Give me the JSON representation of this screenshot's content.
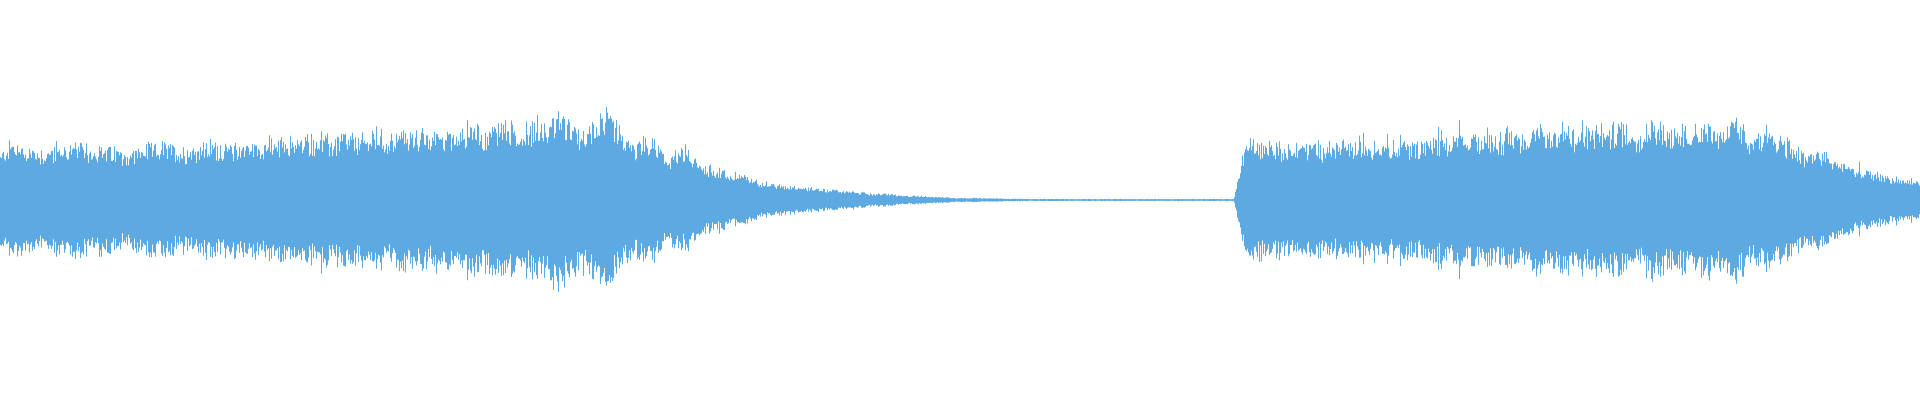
{
  "waveform": {
    "color": "#5da9e1",
    "background": "#ffffff",
    "envelope": [
      0.22,
      0.28,
      0.26,
      0.25,
      0.24,
      0.25,
      0.26,
      0.27,
      0.25,
      0.26,
      0.25,
      0.24,
      0.23,
      0.25,
      0.26,
      0.27,
      0.26,
      0.25,
      0.26,
      0.27,
      0.28,
      0.26,
      0.27,
      0.28,
      0.27,
      0.29,
      0.28,
      0.3,
      0.29,
      0.31,
      0.3,
      0.29,
      0.32,
      0.3,
      0.31,
      0.33,
      0.31,
      0.32,
      0.34,
      0.33,
      0.31,
      0.35,
      0.33,
      0.34,
      0.38,
      0.32,
      0.36,
      0.39,
      0.34,
      0.33,
      0.4,
      0.35,
      0.44,
      0.36,
      0.33,
      0.36,
      0.43,
      0.39,
      0.32,
      0.26,
      0.3,
      0.29,
      0.2,
      0.23,
      0.25,
      0.18,
      0.16,
      0.15,
      0.12,
      0.13,
      0.1,
      0.09,
      0.08,
      0.07,
      0.07,
      0.06,
      0.06,
      0.05,
      0.05,
      0.04,
      0.04,
      0.03,
      0.03,
      0.03,
      0.02,
      0.02,
      0.02,
      0.015,
      0.015,
      0.01,
      0.01,
      0.01,
      0.008,
      0.008,
      0.006,
      0.006,
      0.005,
      0.005,
      0.005,
      0.005,
      0.005,
      0.005,
      0.005,
      0.005,
      0.005,
      0.005,
      0.005,
      0.005,
      0.005,
      0.005,
      0.005,
      0.005,
      0.005,
      0.005,
      0.005,
      0.005,
      0.26,
      0.29,
      0.27,
      0.28,
      0.26,
      0.27,
      0.28,
      0.27,
      0.26,
      0.28,
      0.27,
      0.29,
      0.28,
      0.3,
      0.27,
      0.28,
      0.29,
      0.28,
      0.3,
      0.29,
      0.31,
      0.3,
      0.32,
      0.33,
      0.31,
      0.34,
      0.32,
      0.36,
      0.33,
      0.35,
      0.37,
      0.32,
      0.34,
      0.36,
      0.33,
      0.38,
      0.35,
      0.33,
      0.39,
      0.35,
      0.32,
      0.37,
      0.34,
      0.4,
      0.33,
      0.36,
      0.38,
      0.31,
      0.33,
      0.3,
      0.32,
      0.27,
      0.24,
      0.22,
      0.23,
      0.19,
      0.18,
      0.15,
      0.14,
      0.13,
      0.11,
      0.1,
      0.1,
      0.09
    ]
  }
}
